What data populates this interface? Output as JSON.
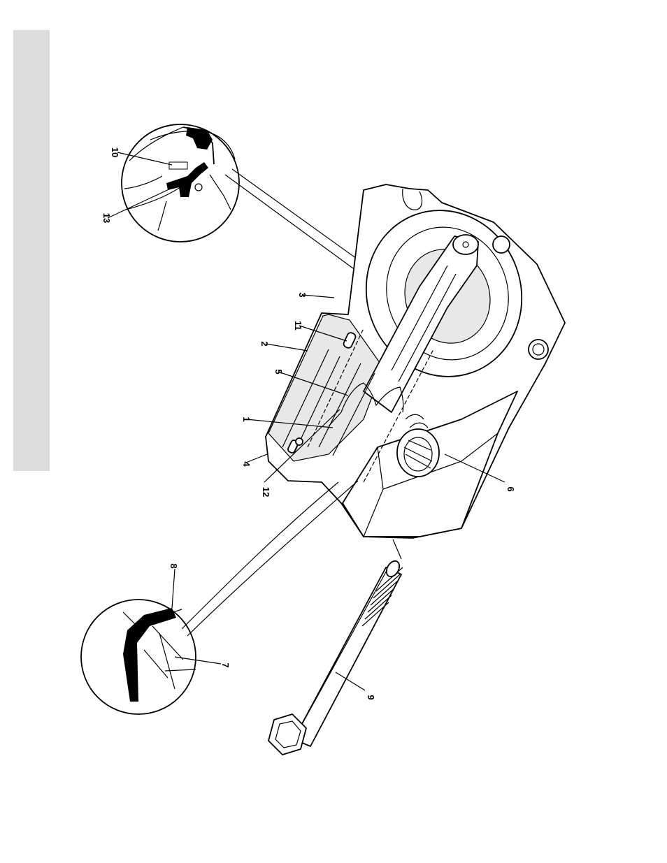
{
  "figure": {
    "callouts": [
      {
        "id": "c1",
        "text": "1"
      },
      {
        "id": "c2",
        "text": "2"
      },
      {
        "id": "c3",
        "text": "3"
      },
      {
        "id": "c4",
        "text": "4"
      },
      {
        "id": "c5",
        "text": "5"
      },
      {
        "id": "c6",
        "text": "6"
      },
      {
        "id": "c7",
        "text": "7"
      },
      {
        "id": "c8",
        "text": "8"
      },
      {
        "id": "c9",
        "text": "9"
      },
      {
        "id": "c10",
        "text": "10"
      },
      {
        "id": "c11",
        "text": "11"
      },
      {
        "id": "c12",
        "text": "12"
      },
      {
        "id": "c13",
        "text": "13"
      }
    ],
    "colors": {
      "side_band": "#dcdcdc",
      "line": "#000000",
      "paper": "#ffffff"
    }
  }
}
